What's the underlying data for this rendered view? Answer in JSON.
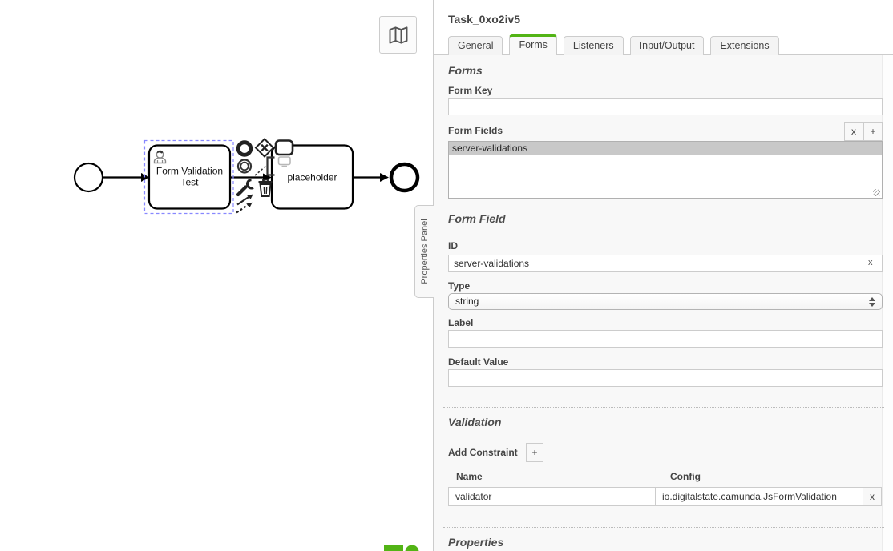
{
  "panel": {
    "title": "Task_0xo2iv5",
    "tabs": [
      {
        "label": "General"
      },
      {
        "label": "Forms"
      },
      {
        "label": "Listeners"
      },
      {
        "label": "Input/Output"
      },
      {
        "label": "Extensions"
      }
    ],
    "active_tab": "Forms",
    "forms": {
      "heading": "Forms",
      "form_key": {
        "label": "Form Key",
        "value": ""
      },
      "form_fields": {
        "label": "Form Fields",
        "remove_button": "x",
        "add_button": "+",
        "items": [
          "server-validations"
        ],
        "selected": "server-validations"
      }
    },
    "form_field": {
      "heading": "Form Field",
      "id": {
        "label": "ID",
        "value": "server-validations",
        "clear_button": "x"
      },
      "type": {
        "label": "Type",
        "value": "string"
      },
      "label_field": {
        "label": "Label",
        "value": ""
      },
      "default_value": {
        "label": "Default Value",
        "value": ""
      }
    },
    "validation": {
      "heading": "Validation",
      "add_constraint": {
        "label": "Add Constraint",
        "add_button": "+"
      },
      "constraints_table": {
        "headers": {
          "name": "Name",
          "config": "Config"
        },
        "rows": [
          {
            "name": "validator",
            "config": "io.digitalstate.camunda.JsFormValidation",
            "delete_button": "x"
          }
        ]
      }
    },
    "properties": {
      "heading": "Properties"
    }
  },
  "canvas": {
    "properties_panel_tab_label": "Properties Panel",
    "diagram": {
      "task1_label_lines": [
        "Form Validation",
        "Test"
      ],
      "task2_label": "placeholder"
    }
  },
  "colors": {
    "accent_green": "#52b415",
    "selection_stroke": "#8888ff"
  }
}
